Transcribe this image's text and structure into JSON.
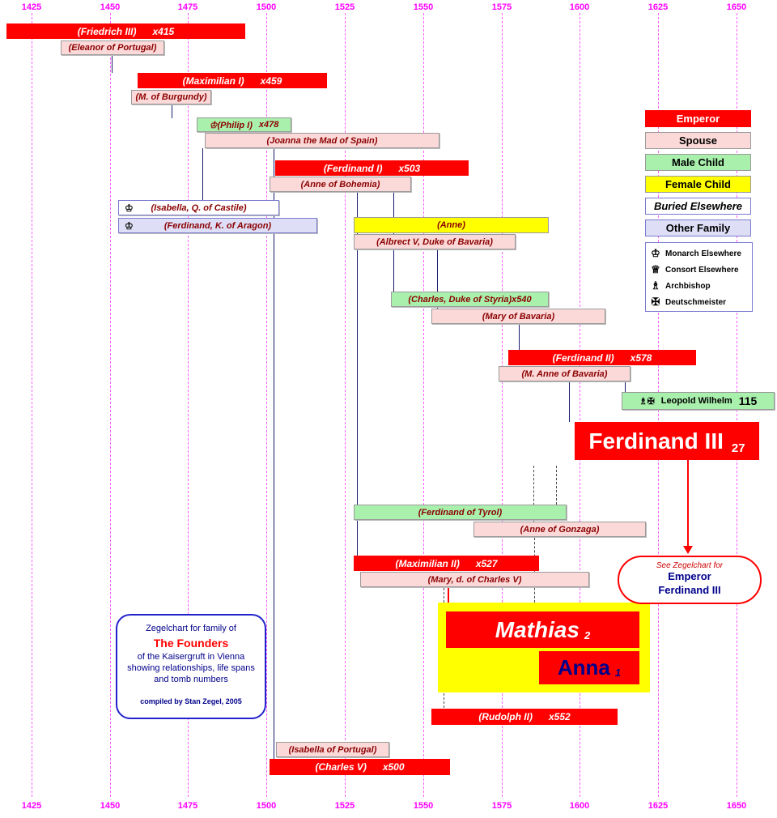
{
  "timeline": {
    "years": [
      "1425",
      "1450",
      "1475",
      "1500",
      "1525",
      "1550",
      "1575",
      "1600",
      "1625",
      "1650"
    ],
    "color": "#FF00FF"
  },
  "legend": {
    "items": [
      {
        "label": "Emperor",
        "color": "#FF0000"
      },
      {
        "label": "Spouse",
        "color": "#FCD9D9"
      },
      {
        "label": "Male Child",
        "color": "#A9F0AD"
      },
      {
        "label": "Female Child",
        "color": "#FFFF00"
      },
      {
        "label": "Buried Elsewhere",
        "color": "#FFFFFF"
      },
      {
        "label": "Other Family",
        "color": "#DEDEF7"
      }
    ],
    "symbols": [
      {
        "glyph": "♔",
        "label": "Monarch Elsewhere"
      },
      {
        "glyph": "♕",
        "label": "Consort Elsewhere"
      },
      {
        "glyph": "♗",
        "label": "Archbishop"
      },
      {
        "glyph": "✠",
        "label": "Deutschmeister"
      }
    ]
  },
  "people": {
    "friedrich_iii": {
      "name": "(Friedrich III)",
      "num": "x415",
      "type": "emperor",
      "approx_span": "1415–1493"
    },
    "eleanor": {
      "name": "(Eleanor of Portugal)",
      "type": "spouse",
      "approx_span": "1434–1467"
    },
    "maximilian_i": {
      "name": "(Maximilian I)",
      "num": "x459",
      "type": "emperor",
      "approx_span": "1459–1519"
    },
    "m_burgundy": {
      "name": "(M. of Burgundy)",
      "type": "spouse",
      "approx_span": "1457–1482"
    },
    "philip_i": {
      "name": "♔(Philip I)",
      "num": "x478",
      "type": "male-child",
      "approx_span": "1478–1506"
    },
    "joanna": {
      "name": "(Joanna the Mad of Spain)",
      "type": "spouse",
      "approx_span": "1479–1555"
    },
    "ferdinand_i": {
      "name": "(Ferdinand I)",
      "num": "x503",
      "type": "emperor",
      "approx_span": "1503–1564"
    },
    "anne_bohemia": {
      "name": "(Anne of Bohemia)",
      "type": "spouse",
      "approx_span": "1503–1547"
    },
    "isabella_castile": {
      "prefix": "♔",
      "name": "(Isabella, Q. of Castile)",
      "type": "buried-elsewhere",
      "approx_span": "1451–1504"
    },
    "ferdinand_aragon": {
      "prefix": "♔",
      "name": "(Ferdinand, K. of Aragon)",
      "type": "other-family",
      "approx_span": "1452–1516"
    },
    "anne": {
      "name": "(Anne)",
      "type": "female-child",
      "approx_span": "1528–1590"
    },
    "albrecht_v": {
      "name": "(Albrect V, Duke of Bavaria)",
      "type": "spouse",
      "approx_span": "1528–1579"
    },
    "charles_styria": {
      "name": "(Charles, Duke of Styria)x540",
      "type": "male-child",
      "approx_span": "1540–1590"
    },
    "mary_bavaria": {
      "name": "(Mary of Bavaria)",
      "type": "spouse",
      "approx_span": "1551–1608"
    },
    "ferdinand_ii": {
      "name": "(Ferdinand II)",
      "num": "x578",
      "type": "emperor",
      "approx_span": "1578–1637"
    },
    "m_anne_bavaria": {
      "name": "(M. Anne of Bavaria)",
      "type": "spouse",
      "approx_span": "1574–1616"
    },
    "leopold_wilhelm": {
      "prefix": "♗✠",
      "name": "Leopold Wilhelm",
      "num": "115",
      "type": "male-child",
      "approx_span": "1614–1662"
    },
    "ferdinand_iii": {
      "name": "Ferdinand III",
      "num": "27",
      "type": "emperor",
      "approx_span": "1608–1657"
    },
    "ferdinand_tyrol": {
      "name": "(Ferdinand of Tyrol)",
      "type": "male-child",
      "approx_span": "1529–1595"
    },
    "anne_gonzaga": {
      "name": "(Anne of Gonzaga)",
      "type": "spouse",
      "approx_span": "1566–1621"
    },
    "maximilian_ii": {
      "name": "(Maximilian II)",
      "num": "x527",
      "type": "emperor",
      "approx_span": "1527–1576"
    },
    "mary_charles_v": {
      "name": "(Mary, d. of Charles V)",
      "type": "spouse",
      "approx_span": "1528–1603"
    },
    "mathias": {
      "name": "Mathias",
      "num": "2",
      "type": "emperor",
      "approx_span": "1557–1619"
    },
    "anna": {
      "name": "Anna",
      "num": "1",
      "type": "female-child",
      "approx_span": "1585–1618"
    },
    "rudolph_ii": {
      "name": "(Rudolph II)",
      "num": "x552",
      "type": "emperor",
      "approx_span": "1552–1612"
    },
    "isabella_portugal": {
      "name": "(Isabella of Portugal)",
      "type": "spouse",
      "approx_span": "1503–1539"
    },
    "charles_v": {
      "name": "(Charles V)",
      "num": "x500",
      "type": "emperor",
      "approx_span": "1500–1558"
    }
  },
  "info_box": {
    "line1": "Zegelchart for family of",
    "title": "The Founders",
    "line2": "of the Kaisergruft in Vienna",
    "line3": "showing relationships, life spans",
    "line4": "and tomb numbers",
    "credit": "compiled by Stan Zegel, 2005"
  },
  "see_also": {
    "line1": "See Zegelchart for",
    "line2": "Emperor",
    "line3": "Ferdinand III"
  }
}
